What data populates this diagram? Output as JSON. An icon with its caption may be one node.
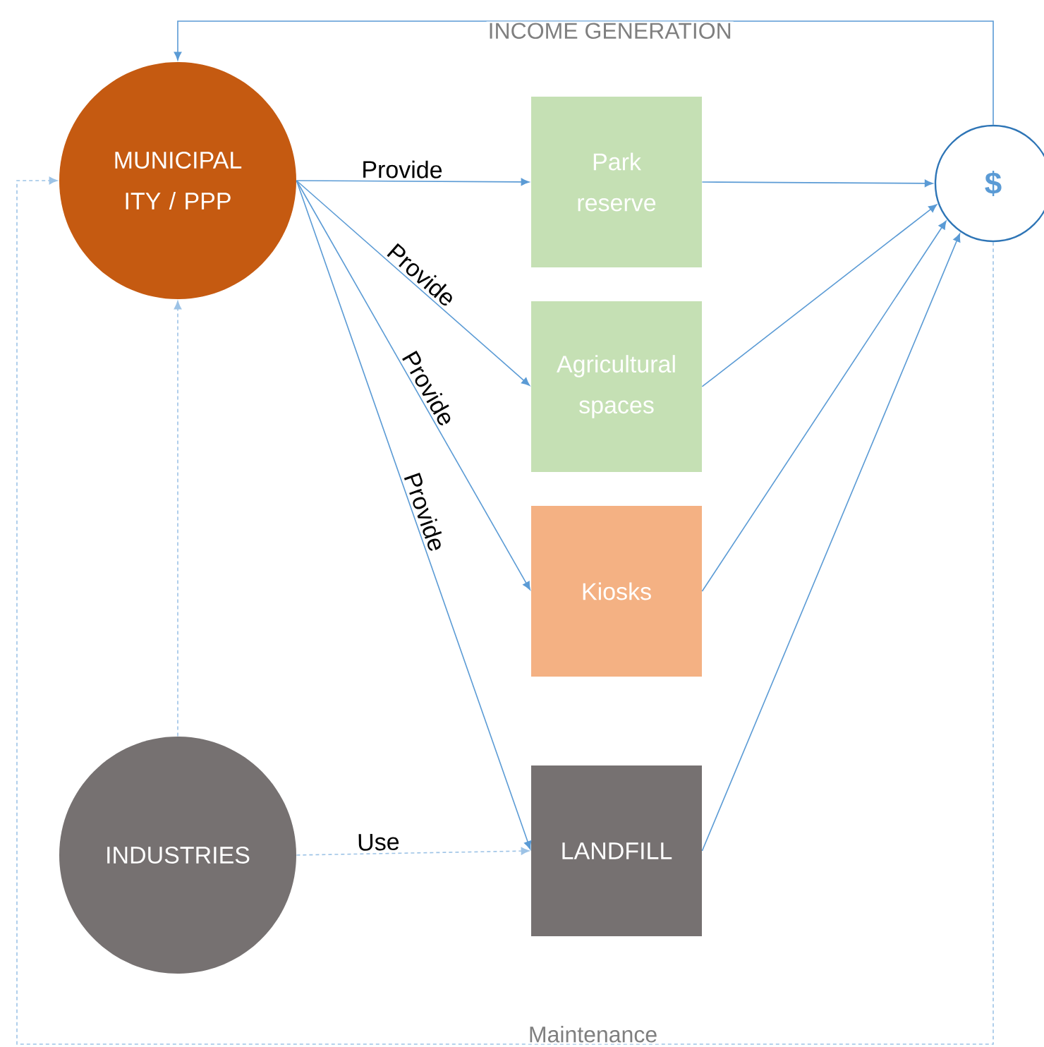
{
  "diagram": {
    "nodes": [
      {
        "text": [
          "MUNICIPAL ITY / PPP"
        ]
      },
      {
        "text": [
          "Park reserve"
        ]
      },
      {
        "text": [
          "Agricultural spaces"
        ]
      },
      {
        "text": [
          "Kiosks"
        ]
      },
      {
        "text": [
          "$"
        ]
      },
      {
        "text": [
          "INDUSTRIES"
        ]
      },
      {
        "text": [
          "LANDFILL"
        ]
      }
    ],
    "edges": [
      {
        "from": 0,
        "to": 1,
        "arrow": "to",
        "label": "Provide"
      },
      {
        "from": 0,
        "to": 2,
        "arrow": "to",
        "label": "Provide"
      },
      {
        "from": 0,
        "to": 3,
        "arrow": "to",
        "label": "Provide"
      },
      {
        "from": 0,
        "to": 6,
        "arrow": "to",
        "label": "Provide"
      },
      {
        "from": 1,
        "to": 4,
        "arrow": "to"
      },
      {
        "from": 2,
        "to": 4,
        "arrow": "to"
      },
      {
        "from": 3,
        "to": 4,
        "arrow": "to"
      },
      {
        "from": 6,
        "to": 4,
        "arrow": "to"
      },
      {
        "from": 4,
        "to": 0,
        "arrow": "to",
        "label": "INCOME GENERATION"
      },
      {
        "from": 5,
        "to": 0,
        "arrow": "to",
        "style": "dashed",
        "color": "#9dc3e6"
      },
      {
        "from": 5,
        "to": 6,
        "arrow": "to",
        "label": "Use",
        "style": "dashed",
        "color": "#9dc3e6"
      },
      {
        "from": 4,
        "to": 0,
        "arrow": "to",
        "label": "Maintenance",
        "style": "dashed",
        "color": "#9dc3e6"
      }
    ]
  }
}
